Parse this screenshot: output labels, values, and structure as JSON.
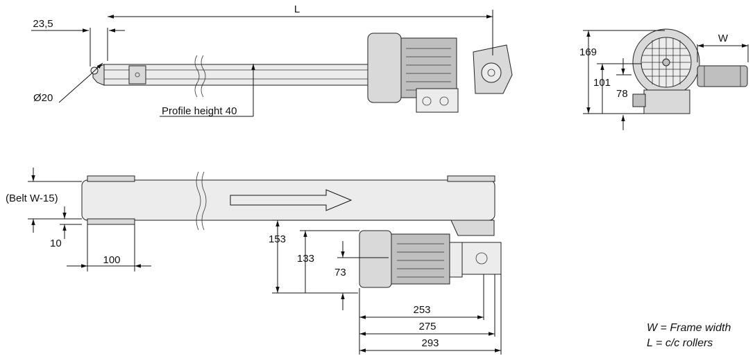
{
  "dimensions": {
    "overall_length": "L",
    "end_offset": "23,5",
    "roller_diameter": "Ø20",
    "profile_height": "Profile height 40",
    "frame_width": "W",
    "end_height_169": "169",
    "end_height_101": "101",
    "end_height_78": "78",
    "belt_width": "(Belt W-15)",
    "belt_gap": "10",
    "foot_length": "100",
    "motor_drop_153": "153",
    "motor_height_133": "133",
    "motor_axis_73": "73",
    "motor_length_253": "253",
    "motor_length_275": "275",
    "motor_length_293": "293"
  },
  "legend": {
    "w_def": "W = Frame width",
    "l_def": "L  = c/c rollers"
  }
}
